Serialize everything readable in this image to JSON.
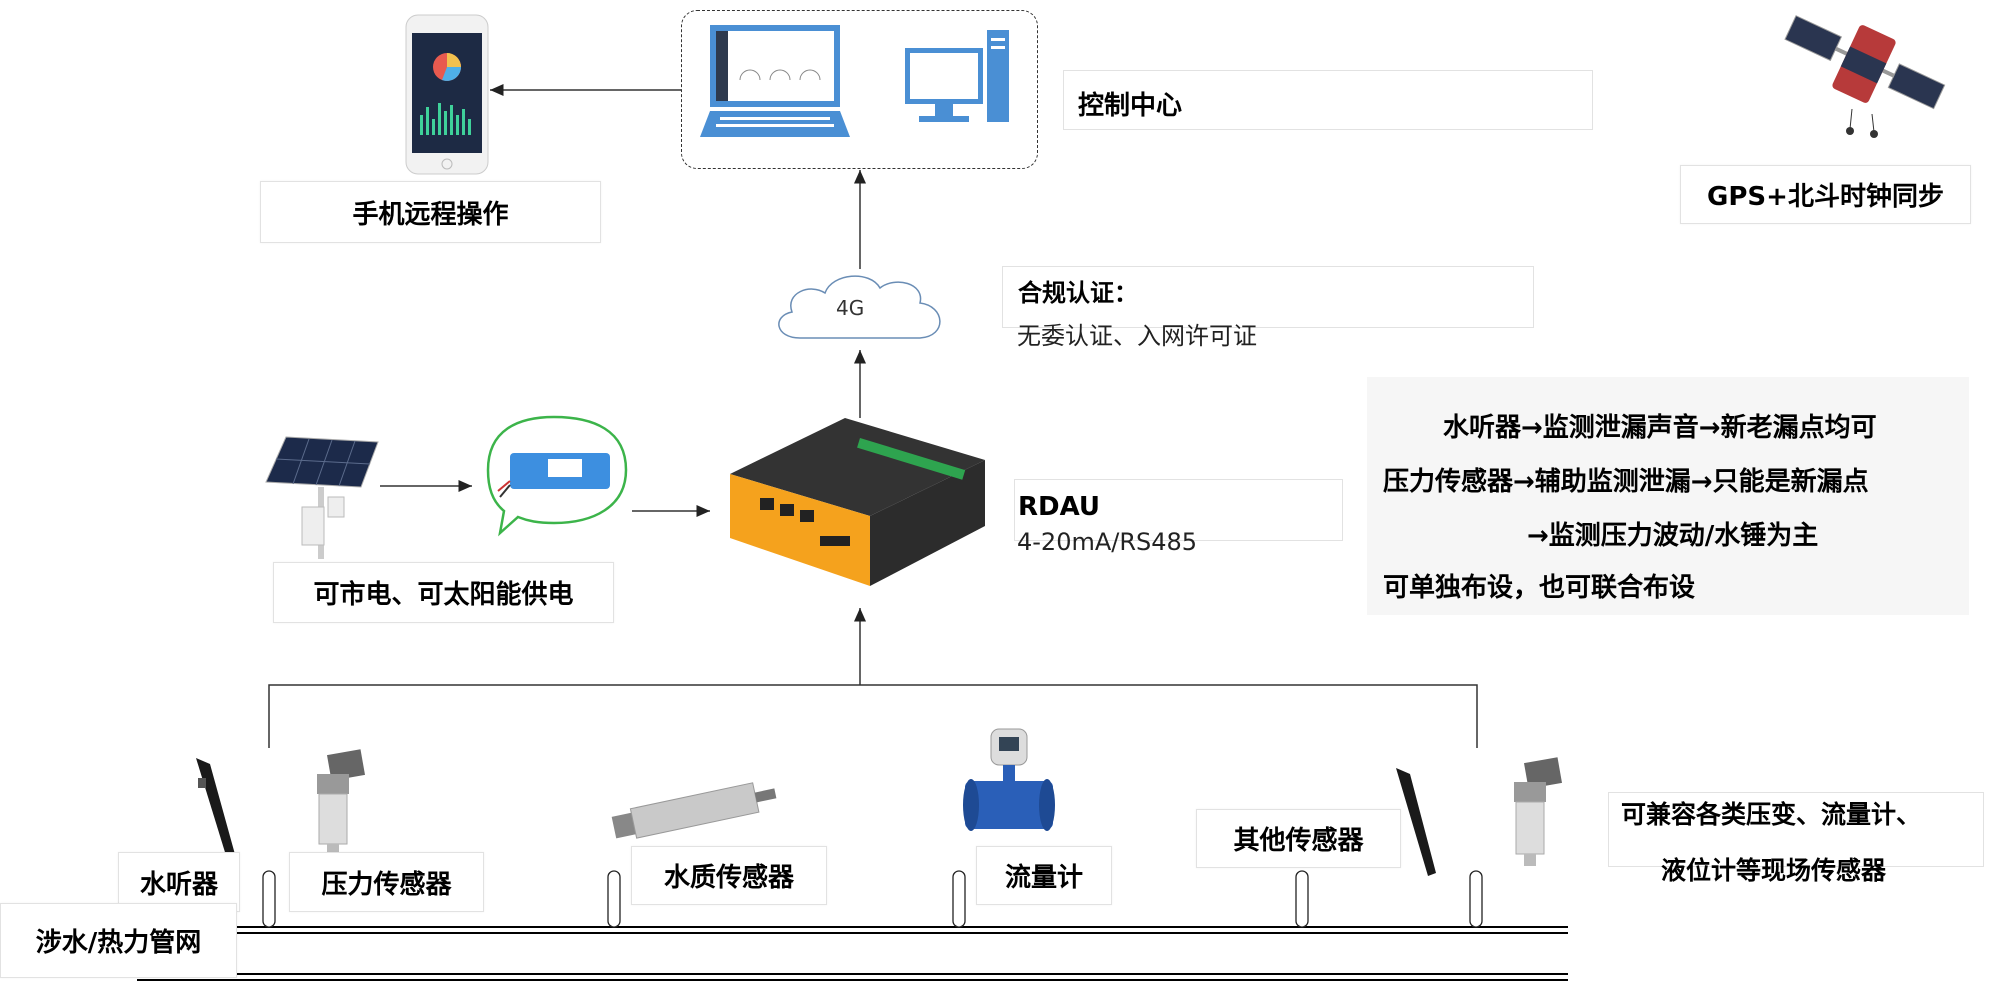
{
  "labels": {
    "mobile": "手机远程操作",
    "control_center": "控制中心",
    "gps": "GPS+北斗时钟同步",
    "network": "4G",
    "compliance_title": "合规认证：",
    "compliance_detail": "无委认证、入网许可证",
    "power": "可市电、可太阳能供电",
    "rdau_title": "RDAU",
    "rdau_detail": "4-20mA/RS485",
    "pipe_network": "涉水/热力管网"
  },
  "notes": [
    "水听器→监测泄漏声音→新老漏点均可",
    "压力传感器→辅助监测泄漏→只能是新漏点",
    "→监测压力波动/水锤为主",
    "可单独布设，也可联合布设"
  ],
  "sensors": {
    "hydrophone": "水听器",
    "pressure": "压力传感器",
    "water_quality": "水质传感器",
    "flow_meter": "流量计",
    "other": "其他传感器"
  },
  "compat": [
    "可兼容各类压变、流量计、",
    "液位计等现场传感器"
  ],
  "colors": {
    "router_orange": "#f5a21d",
    "router_body": "#3a3a3a",
    "monitor_blue": "#4a8fd4",
    "battery_blue": "#3d8fe0",
    "bubble_green": "#3cb44a"
  }
}
